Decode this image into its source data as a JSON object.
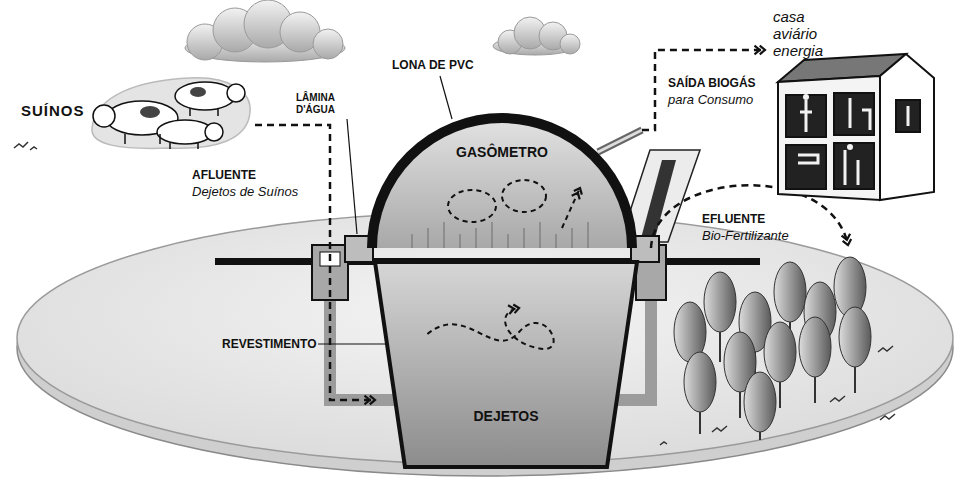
{
  "diagram": {
    "nodes": [
      {
        "text": [
          "SUÍNOS"
        ]
      },
      {
        "text": [
          "GASÔMETRO"
        ]
      },
      {
        "text": [
          "DEJETOS"
        ]
      },
      {
        "text": [
          "casa aviário energia"
        ]
      }
    ],
    "edges": [
      {
        "from": 0,
        "to": 2,
        "arrow": "to"
      },
      {
        "from": 1,
        "to": 3,
        "arrow": "to"
      }
    ],
    "labels": [
      "LONA DE PVC",
      "LÂMINA D'ÁGUA",
      "AFLUENTE",
      "Dejetos de Suínos",
      "REVESTIMENTO",
      "SAÍDA BIOGÁS",
      "para Consumo",
      "EFLUENTE",
      "Bio-Fertilizante"
    ]
  }
}
